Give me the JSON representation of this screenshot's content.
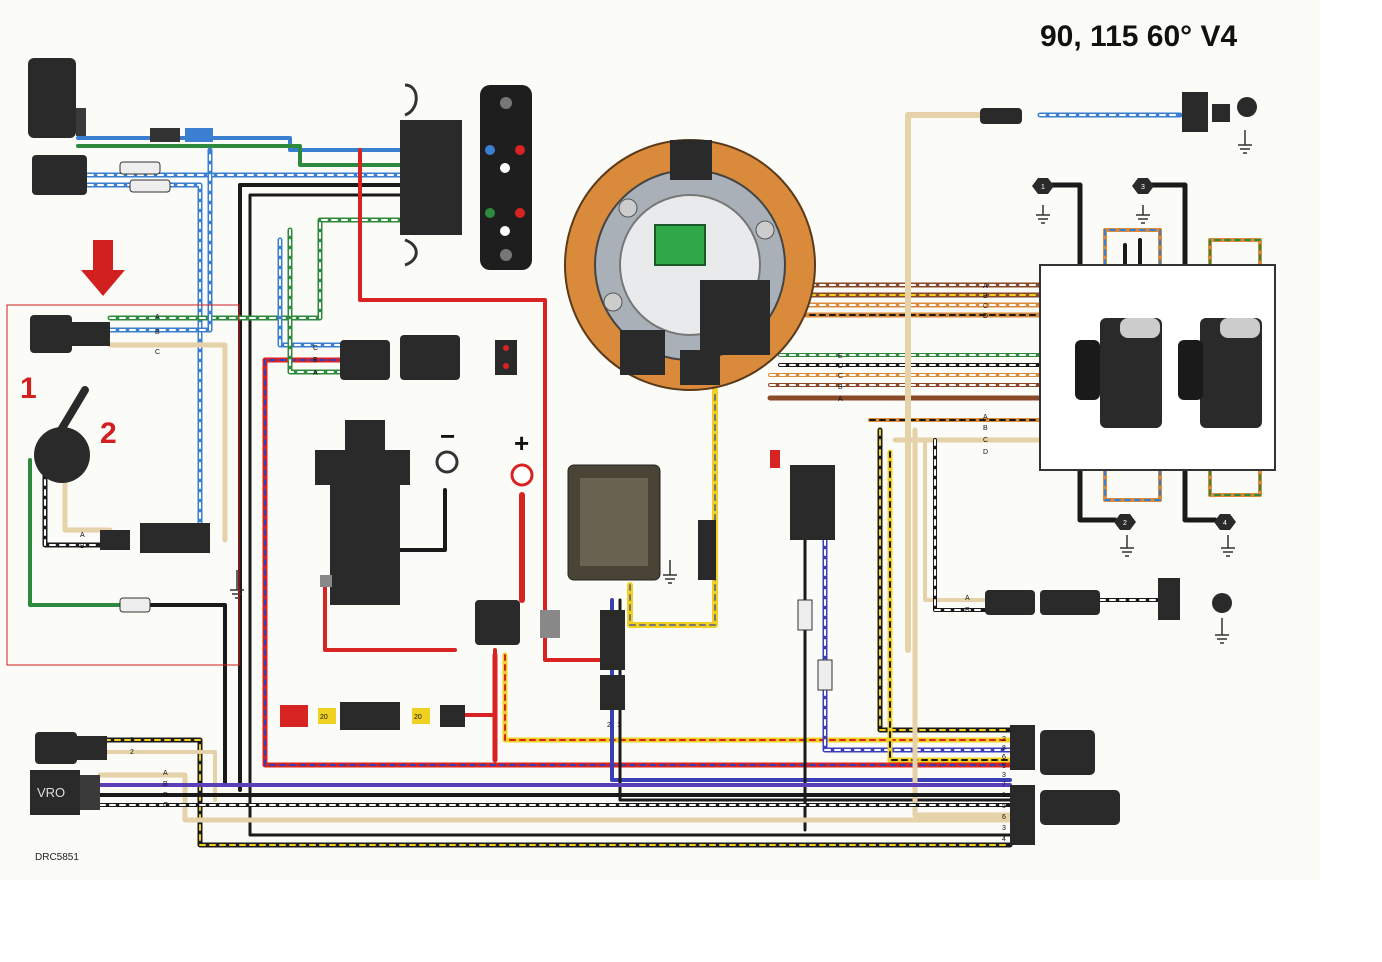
{
  "title": "90, 115  60° V4",
  "figure_code": "DRC5851",
  "callouts": {
    "one": "1",
    "two": "2"
  },
  "signs": {
    "minus": "−",
    "plus": "+"
  },
  "vro_label": "VRO",
  "fuse_labels": {
    "a": "20",
    "b": "20"
  },
  "pins": {
    "key_connector": [
      "A",
      "B",
      "C"
    ],
    "throttle_sensor": [
      "A",
      "B"
    ],
    "aux_connector": [
      "C",
      "B",
      "A"
    ],
    "stator": [
      "A",
      "B",
      "C",
      "D"
    ],
    "timer_base": [
      "E",
      "D",
      "C",
      "B",
      "A"
    ],
    "pack_input": [
      "A",
      "B",
      "C",
      "D"
    ],
    "crank_sensor": [
      "A",
      "B"
    ],
    "bottom_left_2pin": [
      "1",
      "2"
    ],
    "vro": [
      "A",
      "B",
      "D",
      "C"
    ],
    "fuel_connector": [
      "2",
      "1"
    ],
    "main_harness_upper": [
      "2",
      "8",
      "6",
      "5",
      "3",
      "7"
    ],
    "main_harness_lower": [
      "1",
      "5",
      "6",
      "3",
      "4"
    ]
  },
  "coil_numbers": [
    "1",
    "2",
    "3",
    "4"
  ],
  "colors": {
    "red": "#d82323",
    "black": "#1a1a1a",
    "blue": "#3a7fd0",
    "green": "#2e8b3e",
    "yellow": "#f0d020",
    "tan": "#e6d2a8",
    "orange": "#d98a3a",
    "brown": "#8a4a2a",
    "purple": "#5a3fb8",
    "callout": "#d21f1f",
    "component": "#2a2a2a"
  }
}
